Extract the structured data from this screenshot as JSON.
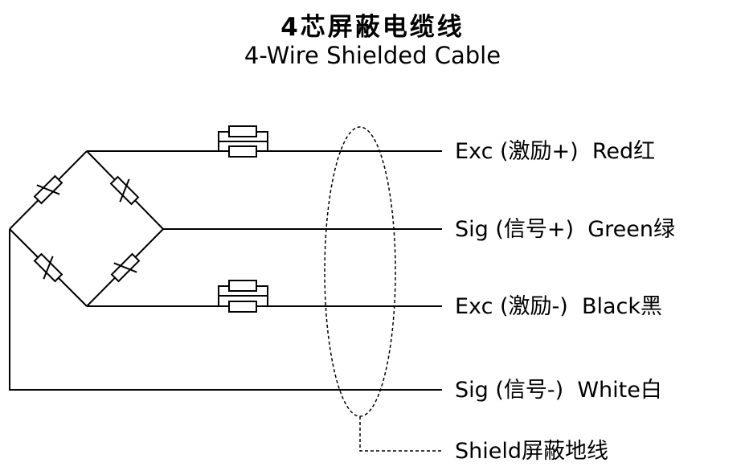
{
  "title_cn": "4芯屏蔽电缆线",
  "title_en": "4-Wire Shielded Cable",
  "wires": [
    {
      "label": "Exc (激励+)  Red红"
    },
    {
      "label": "Sig (信号+)  Green绿"
    },
    {
      "label": "Exc (激励-)  Black黑"
    },
    {
      "label": "Sig (信号-)  White白"
    }
  ],
  "shield": {
    "label": "Shield屏蔽地线"
  },
  "colors": {
    "line": "#000000",
    "background": "#ffffff"
  }
}
